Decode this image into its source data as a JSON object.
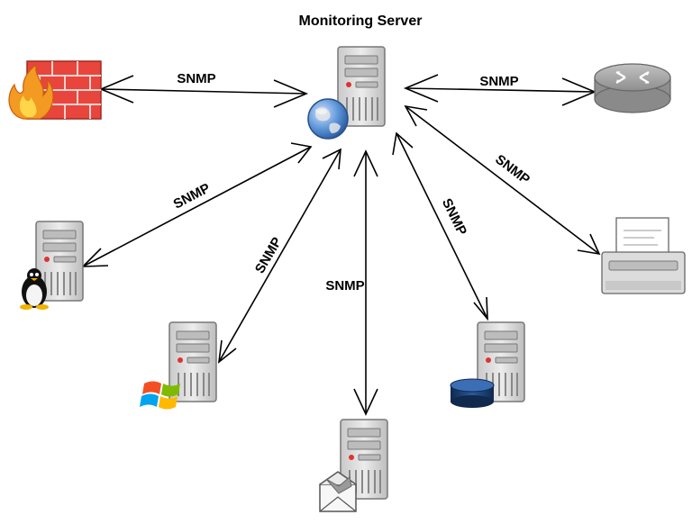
{
  "diagram": {
    "title": "Monitoring Server",
    "nodes": [
      {
        "id": "monitoring-server",
        "kind": "server",
        "badge": "globe"
      },
      {
        "id": "firewall",
        "kind": "firewall"
      },
      {
        "id": "router",
        "kind": "router"
      },
      {
        "id": "linux-server",
        "kind": "server",
        "badge": "linux-penguin"
      },
      {
        "id": "windows-server",
        "kind": "server",
        "badge": "windows-logo"
      },
      {
        "id": "mail-server",
        "kind": "server",
        "badge": "mail-envelope"
      },
      {
        "id": "database-server",
        "kind": "server",
        "badge": "database"
      },
      {
        "id": "printer",
        "kind": "printer"
      }
    ],
    "links": [
      {
        "from": "monitoring-server",
        "to": "firewall",
        "label": "SNMP"
      },
      {
        "from": "monitoring-server",
        "to": "router",
        "label": "SNMP"
      },
      {
        "from": "monitoring-server",
        "to": "linux-server",
        "label": "SNMP"
      },
      {
        "from": "monitoring-server",
        "to": "windows-server",
        "label": "SNMP"
      },
      {
        "from": "monitoring-server",
        "to": "mail-server",
        "label": "SNMP"
      },
      {
        "from": "monitoring-server",
        "to": "database-server",
        "label": "SNMP"
      },
      {
        "from": "monitoring-server",
        "to": "printer",
        "label": "SNMP"
      }
    ],
    "colors": {
      "server_body": "#dedede",
      "server_outline": "#777777",
      "firewall_brick": "#e8453c",
      "router": "#a8a8a8",
      "database": "#1b3f73",
      "globe": "#3b78c2"
    }
  }
}
